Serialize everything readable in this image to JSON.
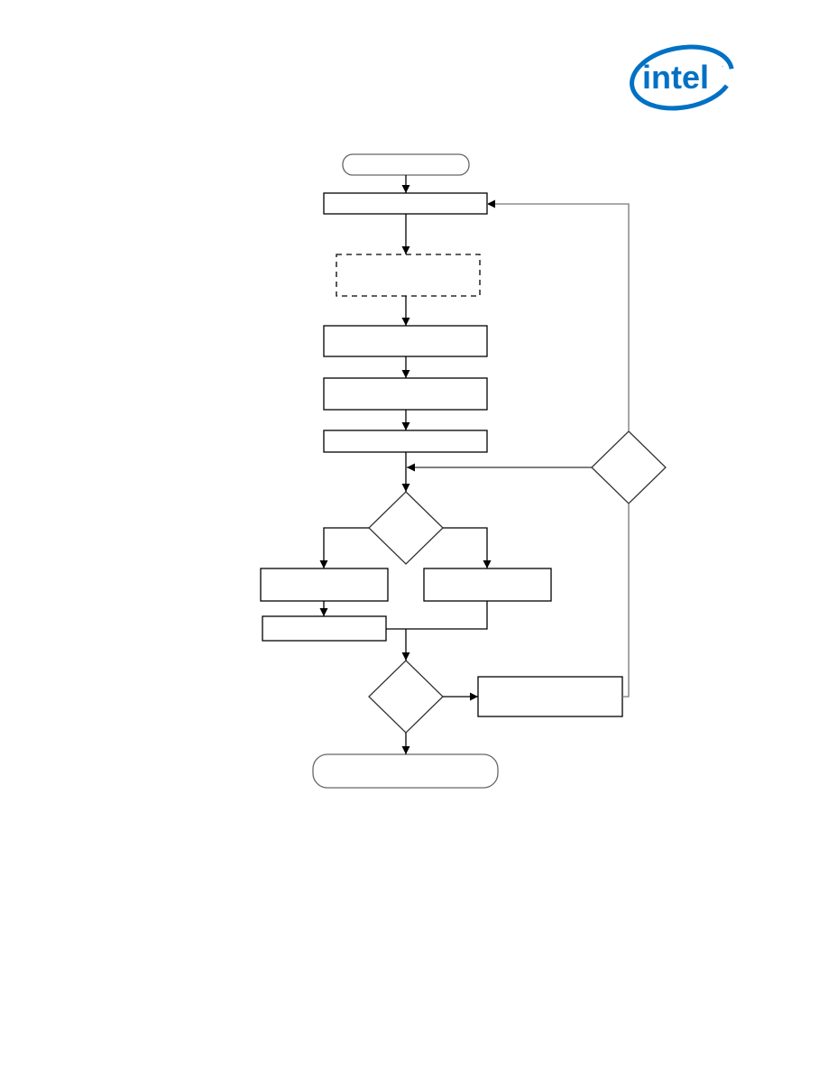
{
  "header": {
    "logo_text": "intel",
    "brand_color": "#0071c5"
  },
  "diagram": {
    "line_color": "#000000",
    "nodes": [
      {
        "id": "start",
        "shape": "terminator",
        "label": ""
      },
      {
        "id": "step1",
        "shape": "process",
        "label": ""
      },
      {
        "id": "step2-optional",
        "shape": "process-dashed",
        "label": ""
      },
      {
        "id": "step3",
        "shape": "process",
        "label": ""
      },
      {
        "id": "step4",
        "shape": "process",
        "label": ""
      },
      {
        "id": "step5",
        "shape": "process",
        "label": ""
      },
      {
        "id": "decision1",
        "shape": "decision",
        "label": ""
      },
      {
        "id": "branch-left-1",
        "shape": "process",
        "label": ""
      },
      {
        "id": "branch-left-2",
        "shape": "process",
        "label": ""
      },
      {
        "id": "branch-right-1",
        "shape": "process",
        "label": ""
      },
      {
        "id": "decision2",
        "shape": "decision",
        "label": ""
      },
      {
        "id": "retry-step",
        "shape": "process",
        "label": ""
      },
      {
        "id": "decision-loop",
        "shape": "decision",
        "label": ""
      },
      {
        "id": "end",
        "shape": "terminator",
        "label": ""
      }
    ]
  }
}
